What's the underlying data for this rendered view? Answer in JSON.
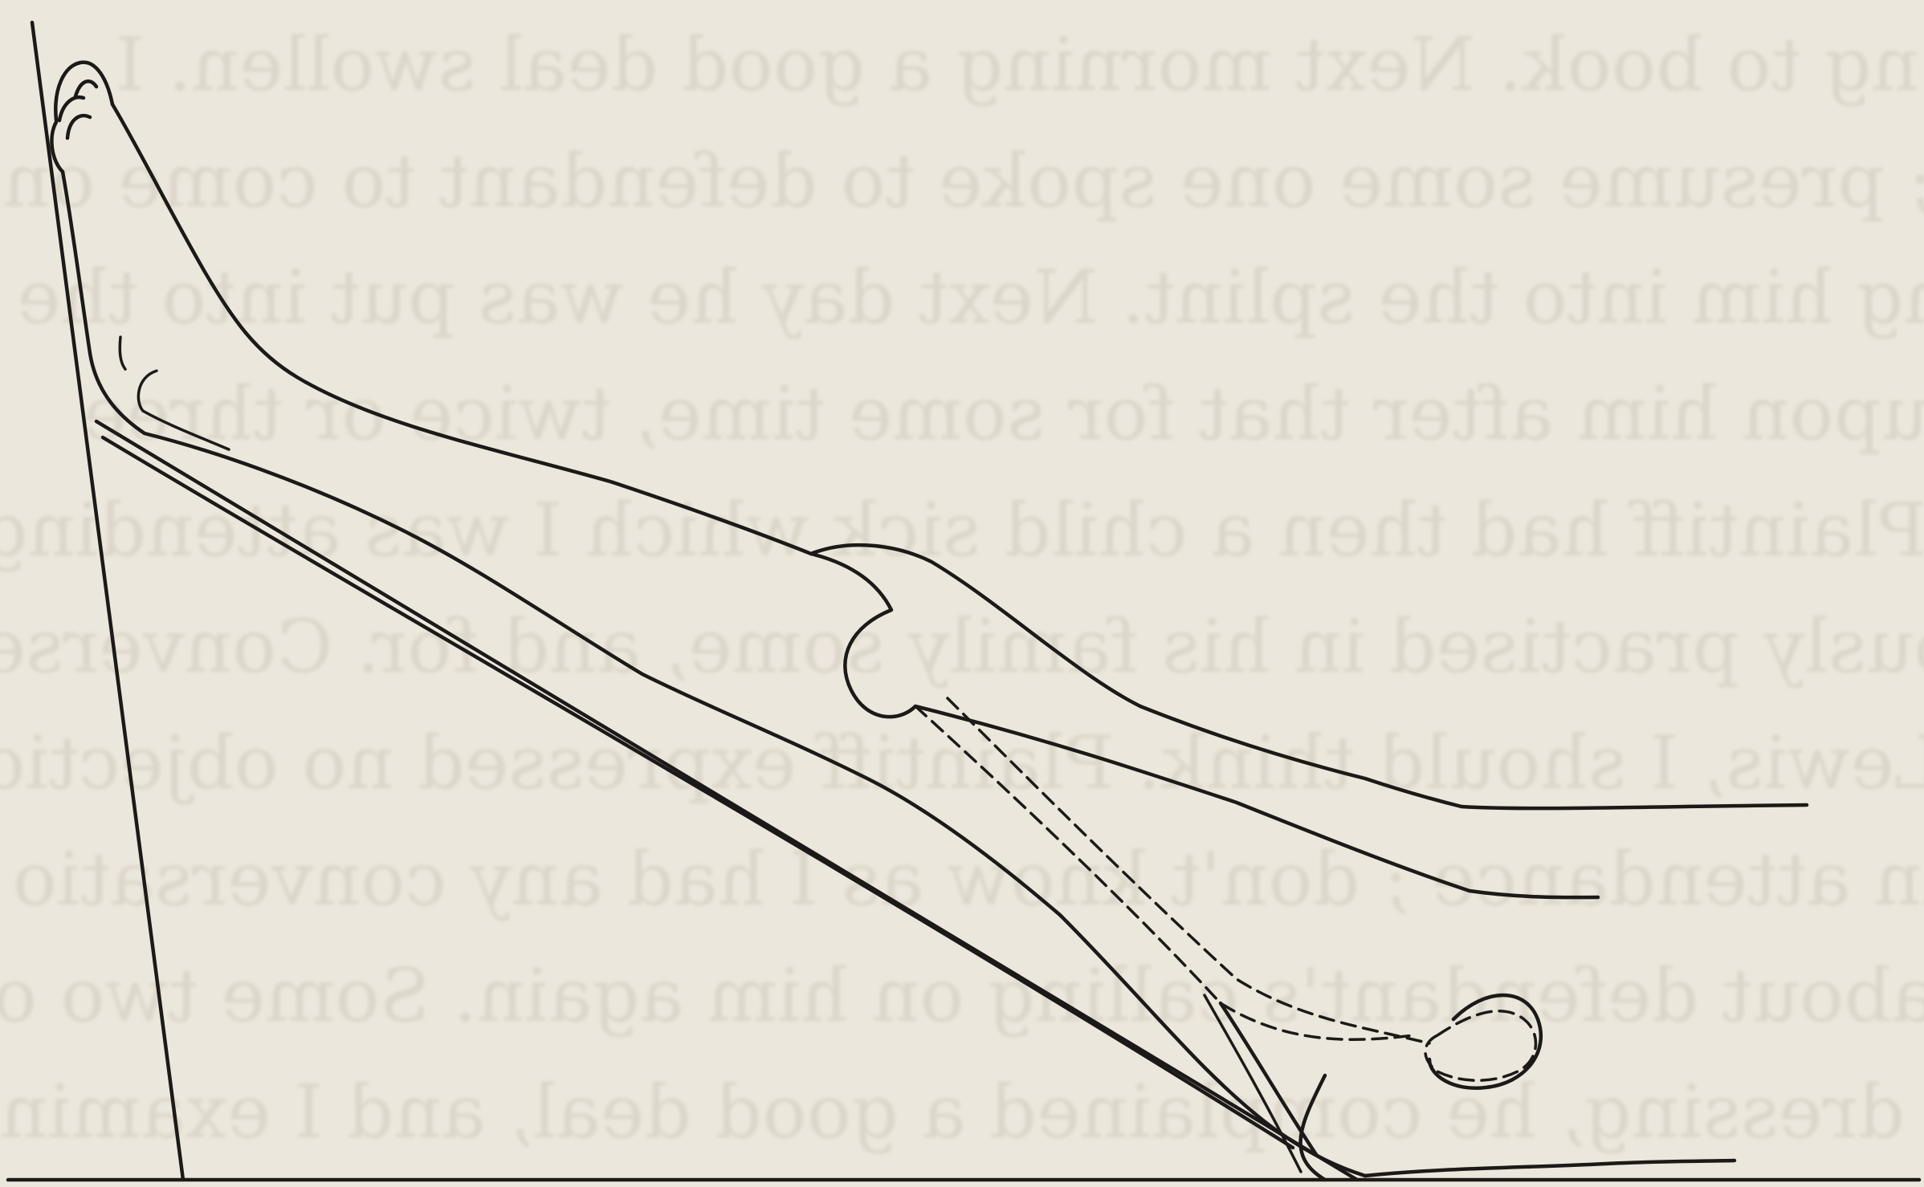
{
  "show_through_text": [
    "ng to book.  Next morning a good deal swollen.  I",
    "ay); presume some one spoke to defendant to come on",
    "ng him into the splint.  Next day he was put into the",
    "d upon him after that for some time, twice or three",
    "Plaintiff had then a child sick which I was attending up",
    "viously practised in his family some, and for. Converse",
    "Lewis, I should think. Plaintiff expressed no objection",
    "ng in attendance ; don't know as I had any conversatio",
    "about defendant's calling on him again.   Some two o",
    "er dressing, he complained a good deal, and I examin"
  ]
}
